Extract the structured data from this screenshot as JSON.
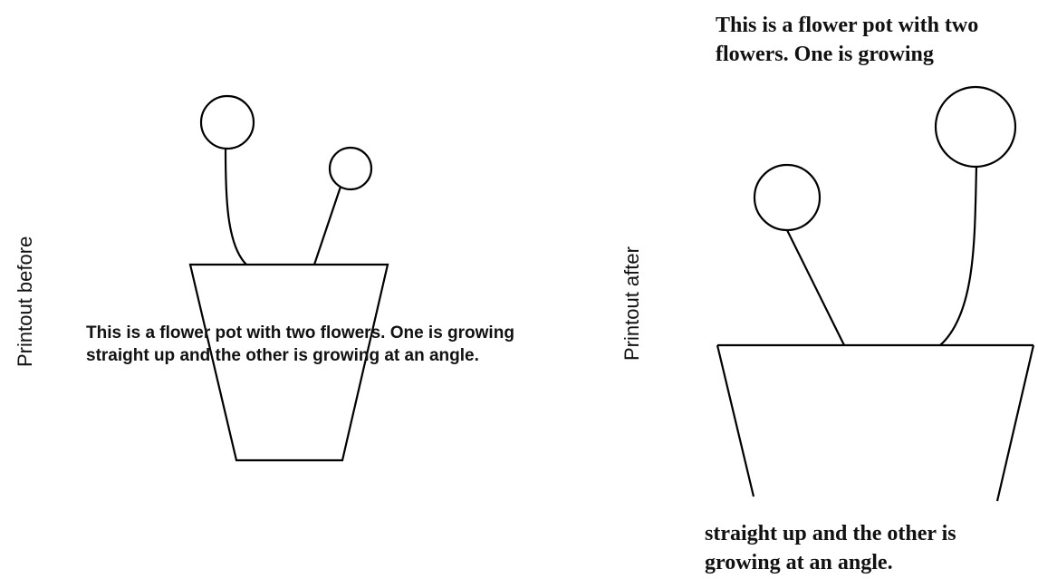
{
  "panels": {
    "before": {
      "side_label": "Printout before",
      "caption": "This is a flower pot with two flowers. One is growing straight up and the other is growing at an angle."
    },
    "after": {
      "side_label": "Printout after",
      "caption_top_line1": "This is a flower pot with two",
      "caption_top_line2": "flowers. One is growing",
      "caption_bottom_line1": "straight up and the other is",
      "caption_bottom_line2": "growing at an angle."
    }
  },
  "colors": {
    "stroke": "#000000",
    "text": "#111111",
    "background": "#ffffff"
  }
}
